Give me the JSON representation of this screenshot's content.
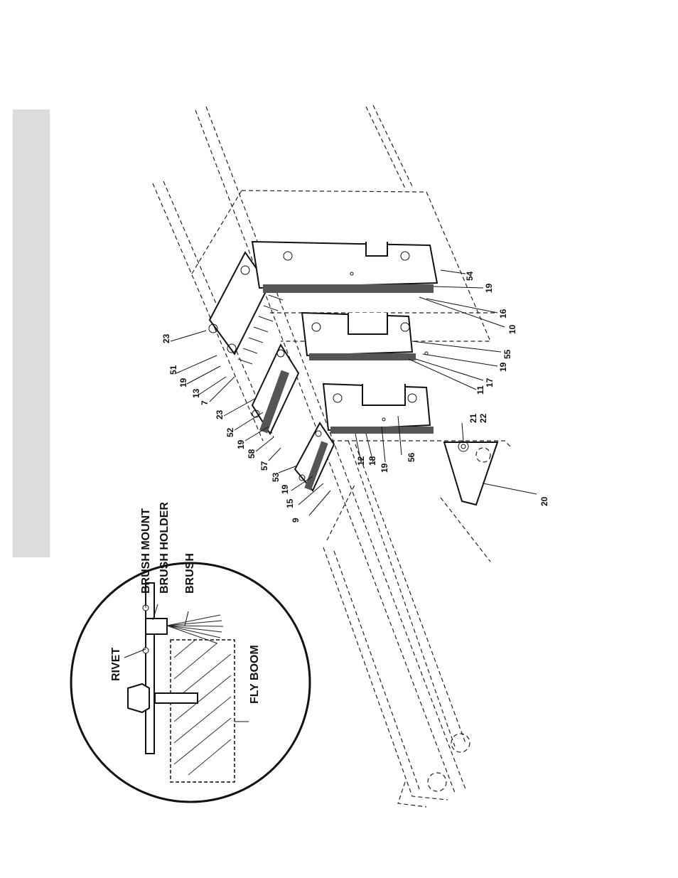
{
  "page": {
    "background": "#ffffff",
    "tab_color": "#dcdcdc"
  },
  "detail_view": {
    "labels": {
      "rivet": "RIVET",
      "fly_boom": "FLY BOOM",
      "brush_mount": "BRUSH MOUNT",
      "brush_holder": "BRUSH HOLDER",
      "brush": "BRUSH"
    }
  },
  "callouts": [
    "23",
    "51",
    "19",
    "13",
    "7",
    "23",
    "52",
    "19",
    "58",
    "57",
    "53",
    "19",
    "15",
    "9",
    "54",
    "19",
    "16",
    "10",
    "55",
    "19",
    "17",
    "11",
    "56",
    "19",
    "18",
    "12",
    "21",
    "22",
    "20"
  ]
}
